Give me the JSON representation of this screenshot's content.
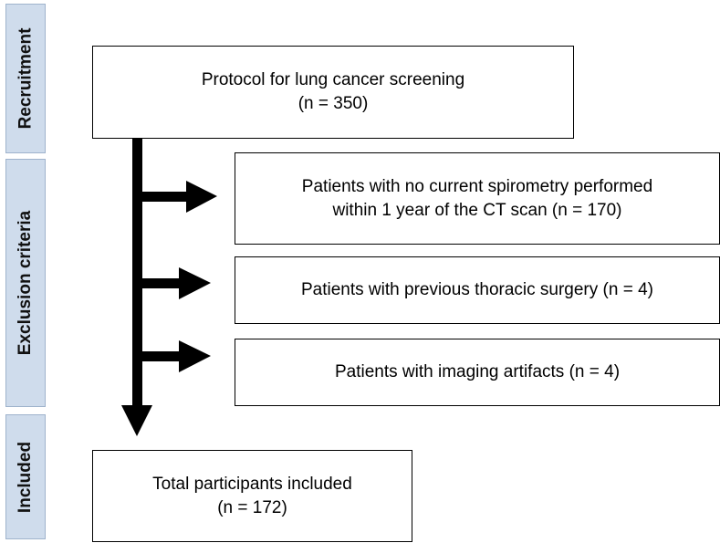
{
  "stages": {
    "recruitment": "Recruitment",
    "exclusion": "Exclusion criteria",
    "included": "Included"
  },
  "boxes": {
    "protocol": {
      "line1": "Protocol for lung cancer screening",
      "line2": "(n = 350)"
    },
    "exclusion_spirometry": {
      "line1": "Patients with no current spirometry performed",
      "line2": "within 1 year of the CT scan (n = 170)"
    },
    "exclusion_surgery": {
      "line1": "Patients with previous thoracic surgery (n = 4)"
    },
    "exclusion_artifacts": {
      "line1": "Patients with imaging artifacts (n = 4)"
    },
    "total": {
      "line1": "Total participants included",
      "line2": "(n = 172)"
    }
  },
  "colors": {
    "stage_fill": "#cfdcec",
    "stage_border": "#9fb3cc",
    "arrow": "#000000"
  }
}
